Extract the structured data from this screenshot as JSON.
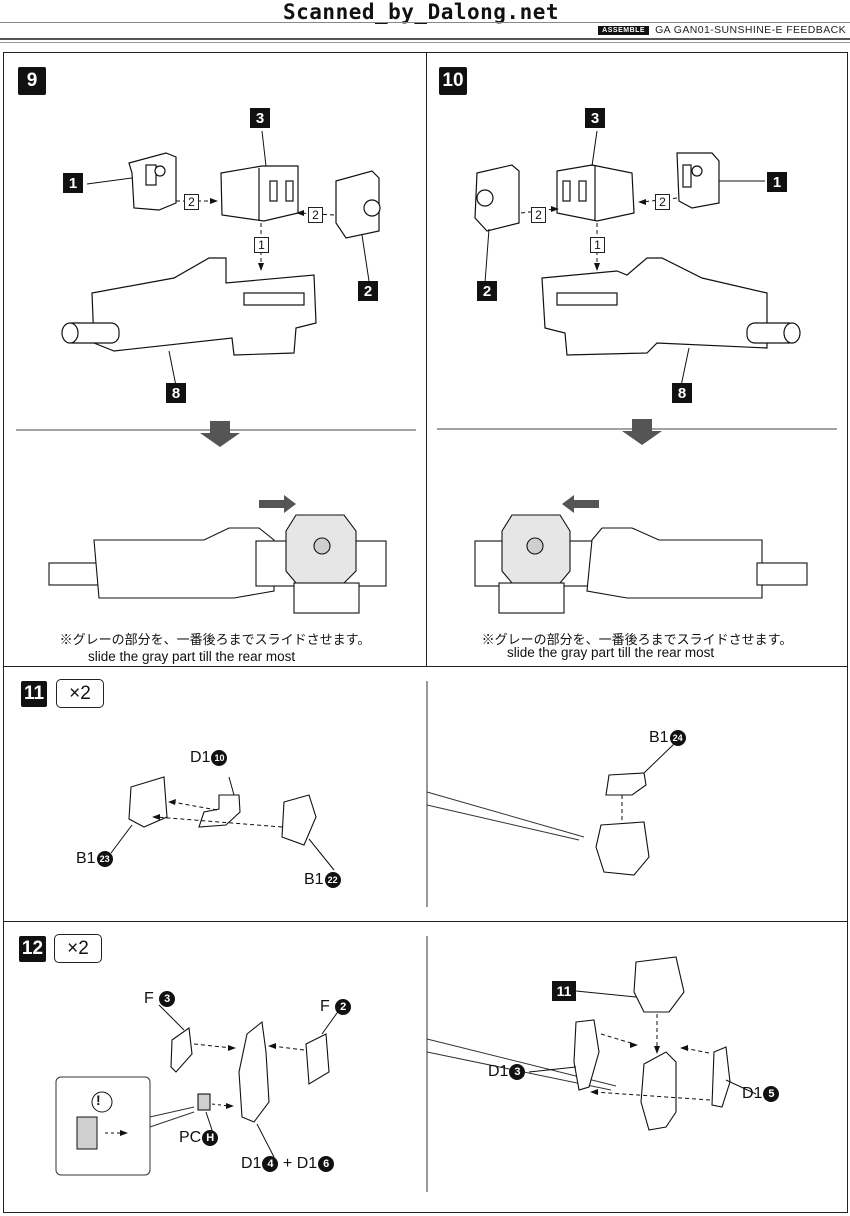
{
  "header": {
    "watermark": "Scanned_by_Dalong.net",
    "section_tag": "ASSEMBLE",
    "model_name": "GA GAN01-SUNSHINE-E FEEDBACK"
  },
  "steps": [
    {
      "number": "9",
      "parts": [
        "1",
        "2",
        "3",
        "8"
      ],
      "order_tags": [
        "2",
        "2",
        "1"
      ],
      "slide_direction": "right",
      "note_jp": "※グレーの部分を、一番後ろまでスライドさせます。",
      "note_en": "slide the gray part till the rear most"
    },
    {
      "number": "10",
      "parts": [
        "3",
        "1",
        "2",
        "8"
      ],
      "order_tags": [
        "2",
        "2",
        "1"
      ],
      "slide_direction": "left",
      "note_jp": "※グレーの部分を、一番後ろまでスライドさせます。",
      "note_en": "slide the gray part till the rear most"
    },
    {
      "number": "11",
      "multiplier": "×2",
      "runners": [
        {
          "prefix": "D1",
          "num": "10"
        },
        {
          "prefix": "B1",
          "num": "23"
        },
        {
          "prefix": "B1",
          "num": "22"
        },
        {
          "prefix": "B1",
          "num": "24"
        }
      ]
    },
    {
      "number": "12",
      "multiplier": "×2",
      "runners": [
        {
          "prefix": "F",
          "num": "3"
        },
        {
          "prefix": "F",
          "num": "2"
        },
        {
          "prefix": "PC",
          "num": "H"
        },
        {
          "prefix": "D1",
          "num": "4"
        },
        {
          "prefix": "D1",
          "num": "6"
        },
        {
          "prefix": "D1",
          "num": "3"
        },
        {
          "prefix": "D1",
          "num": "5"
        }
      ],
      "plus": "+",
      "ref_step": "11",
      "caution_mark": "!"
    }
  ],
  "colors": {
    "ink": "#111111",
    "gray_part": "#cfcfcf",
    "arrow": "#555555"
  }
}
